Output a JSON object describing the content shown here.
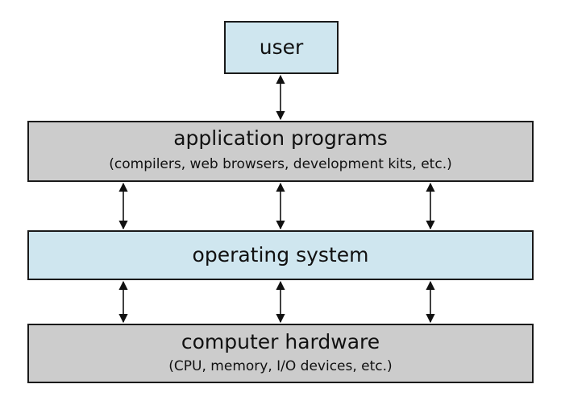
{
  "colors": {
    "light_blue": "#cfe6ef",
    "gray": "#cccccc",
    "border": "#1a1a1a",
    "arrow": "#111111"
  },
  "layers": {
    "user": {
      "title": "user"
    },
    "application_programs": {
      "title": "application programs",
      "subtitle": "(compilers, web browsers, development kits, etc.)"
    },
    "operating_system": {
      "title": "operating system"
    },
    "computer_hardware": {
      "title": "computer hardware",
      "subtitle": "(CPU, memory, I/O devices, etc.)"
    }
  }
}
